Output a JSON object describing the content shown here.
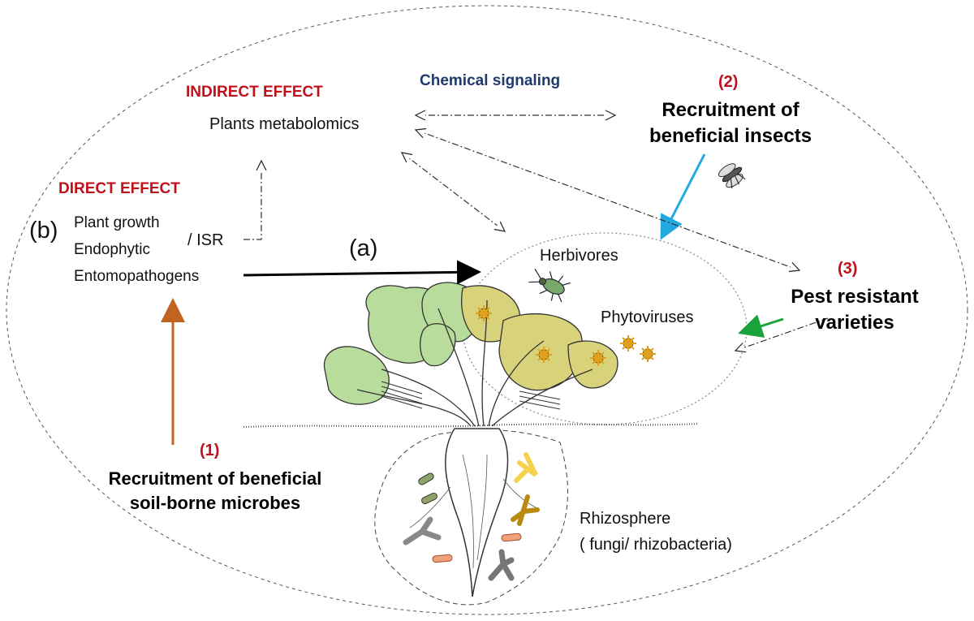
{
  "labels": {
    "indirect_effect": "INDIRECT EFFECT",
    "plants_metabolomics": "Plants metabolomics",
    "chemical_signaling": "Chemical signaling",
    "direct_effect": "DIRECT EFFECT",
    "b_marker": "(b)",
    "plant_growth": "Plant growth",
    "endophytic": "Endophytic",
    "isr": "/ ISR",
    "entomopathogens": "Entomopathogens",
    "a_marker": "(a)",
    "num_1": "(1)",
    "recruitment_microbes_line1": "Recruitment of beneficial",
    "recruitment_microbes_line2": "soil-borne microbes",
    "num_2": "(2)",
    "recruitment_insects_line1": "Recruitment of",
    "recruitment_insects_line2": "beneficial insects",
    "num_3": "(3)",
    "pest_resistant_line1": "Pest resistant",
    "pest_resistant_line2": "varieties",
    "herbivores": "Herbivores",
    "phytoviruses": "Phytoviruses",
    "rhizosphere": "Rhizosphere",
    "fungi_rhizobacteria": "( fungi/ rhizobacteria)"
  },
  "colors": {
    "red": "#c0111a",
    "navy": "#1f3a6b",
    "orange_arrow": "#c0641f",
    "cyan_arrow": "#23a9e1",
    "green_arrow": "#1aa33a",
    "leaf_green": "#b8dc9c",
    "leaf_yellow": "#d8d27a",
    "virus": "#e0a21e"
  },
  "icons": [
    "insect-fly-icon",
    "beetle-icon",
    "virus-icon",
    "bacteria-icon",
    "fungus-icon",
    "sugar-beet-plant-illustration"
  ]
}
